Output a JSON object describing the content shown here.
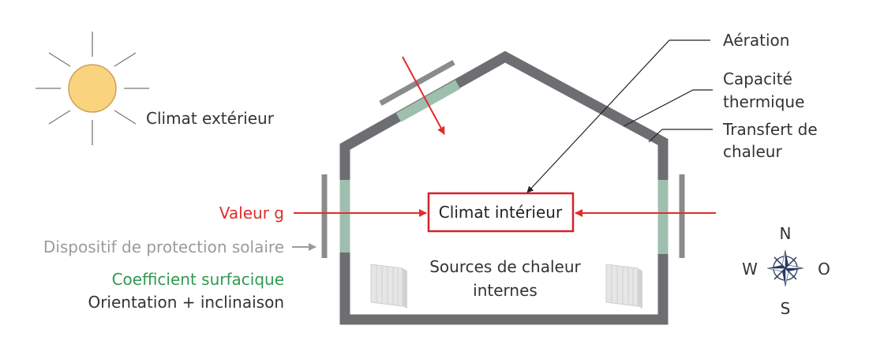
{
  "labels": {
    "exterior_climate": "Climat extérieur",
    "ventilation": "Aération",
    "thermal_capacity_1": "Capacité",
    "thermal_capacity_2": "thermique",
    "heat_transfer_1": "Transfert de",
    "heat_transfer_2": "chaleur",
    "interior_climate": "Climat intérieur",
    "g_value": "Valeur g",
    "solar_protection": "Dispositif de protection solaire",
    "surface_coefficient": "Coefficient surfacique",
    "orientation": "Orientation + inclinaison",
    "internal_sources_1": "Sources de chaleur",
    "internal_sources_2": "internes"
  },
  "compass": {
    "north": "N",
    "south": "S",
    "west": "W",
    "east": "O"
  },
  "colors": {
    "wall": "#6d6e71",
    "glass": "#9fbfae",
    "shade": "#8a8b8e",
    "arrow_red": "#e32b2b",
    "sun_fill": "#f9d37e",
    "sun_stroke": "#c9a35b",
    "green_text": "#2e9a50",
    "gray_text": "#9a9b9d",
    "text": "#333333"
  }
}
